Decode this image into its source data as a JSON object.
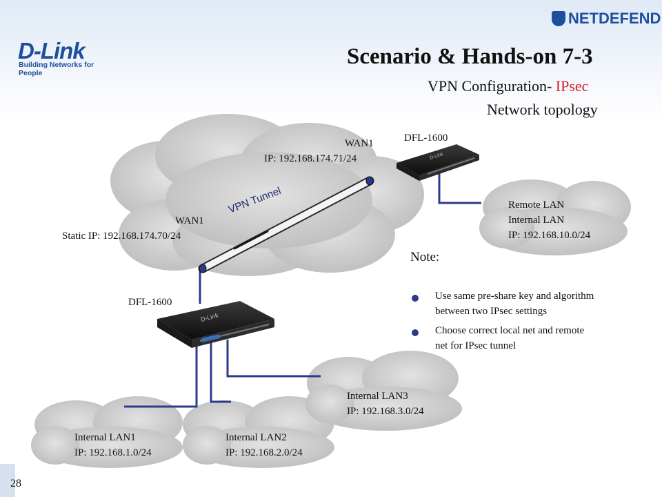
{
  "header": {
    "logo_text": "D-Link",
    "logo_tagline": "Building Networks for People",
    "brand": "NetDefend",
    "brand_display": "NETDEFEND",
    "title": "Scenario & Hands-on 7-3",
    "subtitle_prefix": "VPN Configuration- ",
    "subtitle_accent": "IPsec",
    "subtitle_line2": "Network topology"
  },
  "diagram": {
    "remote_device": "DFL-1600",
    "remote_wan_label": "WAN1",
    "remote_wan_ip": "IP: 192.168.174.71/24",
    "local_device": "DFL-1600",
    "local_wan_label": "WAN1",
    "local_wan_ip": "Static IP: 192.168.174.70/24",
    "tunnel_label": "VPN Tunnel",
    "remote_lan": [
      "Remote LAN",
      "Internal LAN",
      "IP: 192.168.10.0/24"
    ],
    "lan1": [
      "Internal LAN1",
      "IP: 192.168.1.0/24"
    ],
    "lan2": [
      "Internal LAN2",
      "IP: 192.168.2.0/24"
    ],
    "lan3": [
      "Internal LAN3",
      "IP: 192.168.3.0/24"
    ]
  },
  "note": {
    "heading": "Note:",
    "items": [
      [
        "Use same pre-share key and algorithm",
        "between two IPsec settings"
      ],
      [
        "Choose correct local net and remote",
        "net for IPsec tunnel"
      ]
    ]
  },
  "footer": {
    "page_number": "28"
  },
  "colors": {
    "brand_blue": "#1d4f9c",
    "accent_red": "#d0232a",
    "link_blue": "#2b3a8c"
  }
}
